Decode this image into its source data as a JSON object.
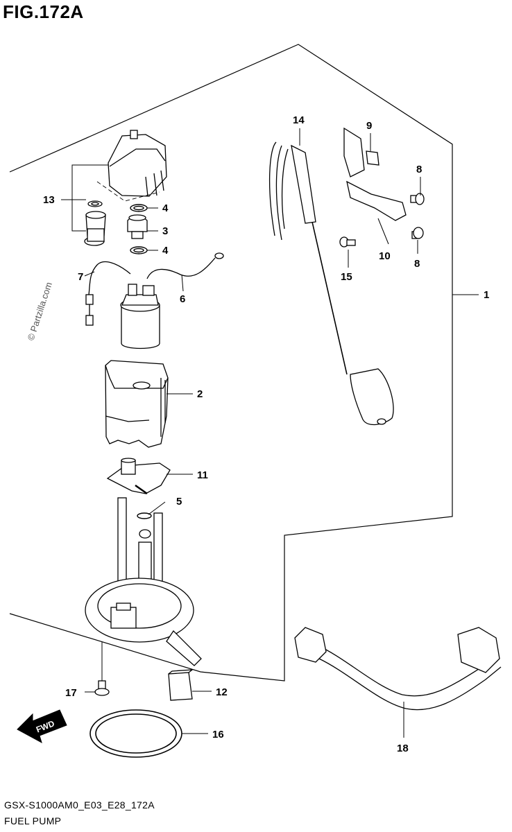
{
  "figure": {
    "title": "FIG.172A",
    "code": "GSX-S1000AM0_E03_E28_172A",
    "name": "FUEL PUMP",
    "watermark": "© Partzilla.com",
    "fwd_label": "FWD"
  },
  "callouts": {
    "c1": "1",
    "c2": "2",
    "c3": "3",
    "c4a": "4",
    "c4b": "4",
    "c5": "5",
    "c6": "6",
    "c7": "7",
    "c8a": "8",
    "c8b": "8",
    "c9": "9",
    "c10": "10",
    "c11": "11",
    "c12": "12",
    "c13": "13",
    "c14": "14",
    "c15": "15",
    "c16": "16",
    "c17": "17",
    "c18": "18"
  },
  "parts": [
    {
      "ref": "1",
      "icon": "fuel-pump-assembly-icon"
    },
    {
      "ref": "2",
      "icon": "pump-holder-icon"
    },
    {
      "ref": "3",
      "icon": "pressure-regulator-icon"
    },
    {
      "ref": "4",
      "icon": "o-ring-icon"
    },
    {
      "ref": "5",
      "icon": "o-ring-icon"
    },
    {
      "ref": "6",
      "icon": "lead-wire-icon"
    },
    {
      "ref": "7",
      "icon": "lead-wire-icon"
    },
    {
      "ref": "8",
      "icon": "screw-icon"
    },
    {
      "ref": "9",
      "icon": "clip-icon"
    },
    {
      "ref": "10",
      "icon": "bracket-icon"
    },
    {
      "ref": "11",
      "icon": "cushion-icon"
    },
    {
      "ref": "12",
      "icon": "filter-icon"
    },
    {
      "ref": "13",
      "icon": "regulator-set-icon"
    },
    {
      "ref": "14",
      "icon": "fuel-level-gauge-icon"
    },
    {
      "ref": "15",
      "icon": "screw-icon"
    },
    {
      "ref": "16",
      "icon": "gasket-ring-icon"
    },
    {
      "ref": "17",
      "icon": "bolt-icon"
    },
    {
      "ref": "18",
      "icon": "fuel-hose-icon"
    }
  ]
}
